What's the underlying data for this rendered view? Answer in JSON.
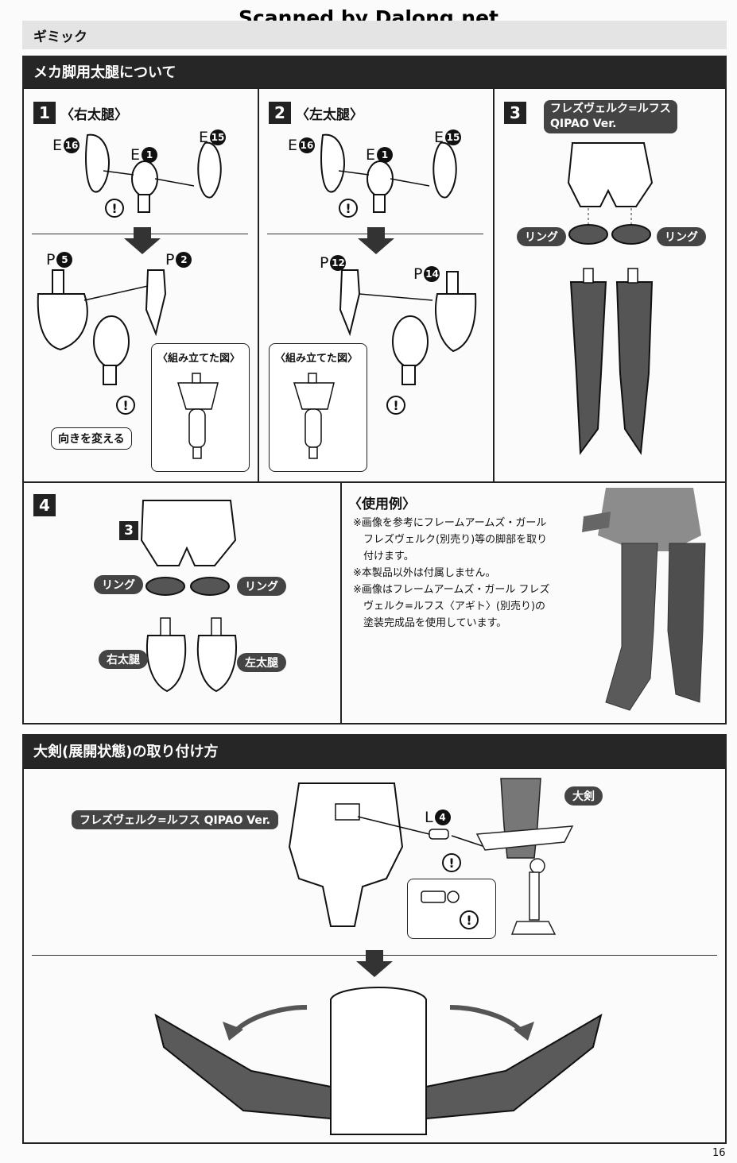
{
  "watermark": "Scanned by Dalong.net",
  "gimmick_tab": "ギミック",
  "section1": {
    "title": "メカ脚用太腿について",
    "step1": {
      "num": "1",
      "title": "〈右太腿〉",
      "e16": "E",
      "e16n": "16",
      "e1": "E",
      "e1n": "1",
      "e15": "E",
      "e15n": "15",
      "p5": "P",
      "p5n": "5",
      "p2": "P",
      "p2n": "2",
      "assembled": "〈組み立てた図〉",
      "turn": "向きを変える"
    },
    "step2": {
      "num": "2",
      "title": "〈左太腿〉",
      "e16": "E",
      "e16n": "16",
      "e1": "E",
      "e1n": "1",
      "e15": "E",
      "e15n": "15",
      "p12": "P",
      "p12n": "12",
      "p14": "P",
      "p14n": "14",
      "assembled": "〈組み立てた図〉"
    },
    "step3": {
      "num": "3",
      "name1": "フレズヴェルク=ルフス",
      "name2": "QIPAO Ver.",
      "ring_left": "リング",
      "ring_right": "リング"
    },
    "step4": {
      "num": "4",
      "ref": "3",
      "ring_left": "リング",
      "ring_right": "リング",
      "right_thigh": "右太腿",
      "left_thigh": "左太腿"
    },
    "usage": {
      "title": "〈使用例〉",
      "lines": [
        "※画像を参考にフレームアームズ・ガール",
        "　フレズヴェルク(別売り)等の脚部を取り",
        "　付けます。",
        "※本製品以外は付属しません。",
        "※画像はフレームアームズ・ガール フレズ",
        "　ヴェルク=ルフス〈アギト〉(別売り)の",
        "　塗装完成品を使用しています。"
      ]
    }
  },
  "section2": {
    "title": "大剣(展開状態)の取り付け方",
    "figure_label": "フレズヴェルク=ルフス QIPAO Ver.",
    "sword_label": "大剣",
    "l4": "L",
    "l4n": "4"
  },
  "warn_glyph": "!",
  "page_number": "16"
}
